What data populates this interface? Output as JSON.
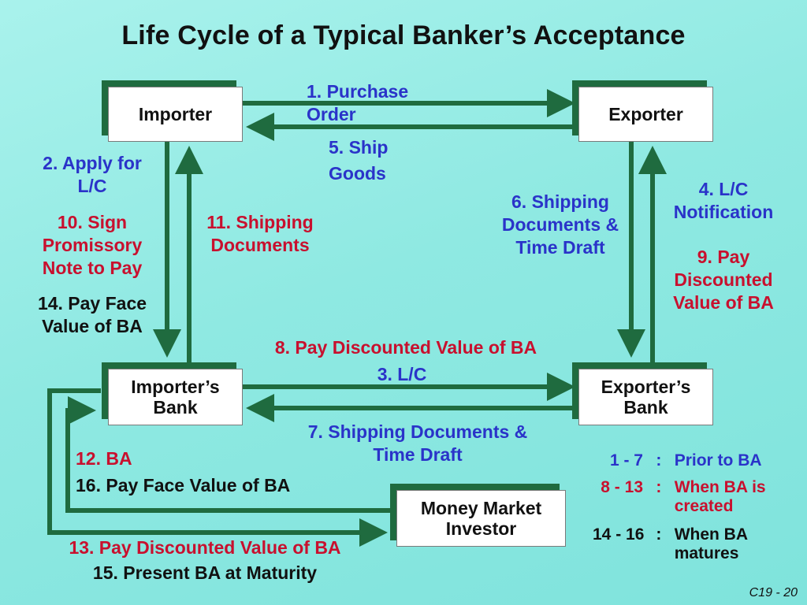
{
  "title": "Life Cycle of a Typical Banker’s Acceptance",
  "nodes": {
    "importer": "Importer",
    "exporter": "Exporter",
    "importers_bank": "Importer’s Bank",
    "exporters_bank": "Exporter’s Bank",
    "money_market_investor": "Money Market Investor"
  },
  "steps": {
    "s1": "1. Purchase Order",
    "s2": "2. Apply for L/C",
    "s3": "3. L/C",
    "s4": "4. L/C Notification",
    "s5": "5. Ship Goods",
    "s6": "6. Shipping Documents & Time Draft",
    "s7": "7. Shipping Documents & Time Draft",
    "s8": "8. Pay Discounted Value of BA",
    "s9": "9. Pay Discounted Value of BA",
    "s10": "10. Sign Promissory Note to Pay",
    "s11": "11. Shipping Documents",
    "s12": "12. BA",
    "s13": "13. Pay Discounted Value of BA",
    "s14": "14. Pay Face Value of BA",
    "s15": "15. Present BA at Maturity",
    "s16": "16. Pay Face Value of BA"
  },
  "legend": [
    {
      "range": "1 - 7",
      "sep": ":",
      "text": "Prior to BA",
      "color": "#2a33c9"
    },
    {
      "range": "8 - 13",
      "sep": ":",
      "text": "When BA is created",
      "color": "#c8102e"
    },
    {
      "range": "14 - 16",
      "sep": ":",
      "text": "When BA matures",
      "color": "#111111"
    }
  ],
  "slide_number": "C19 - 20",
  "colors": {
    "arrow": "#1f6b3f",
    "blue": "#2a33c9",
    "red": "#c8102e",
    "black": "#111111"
  }
}
